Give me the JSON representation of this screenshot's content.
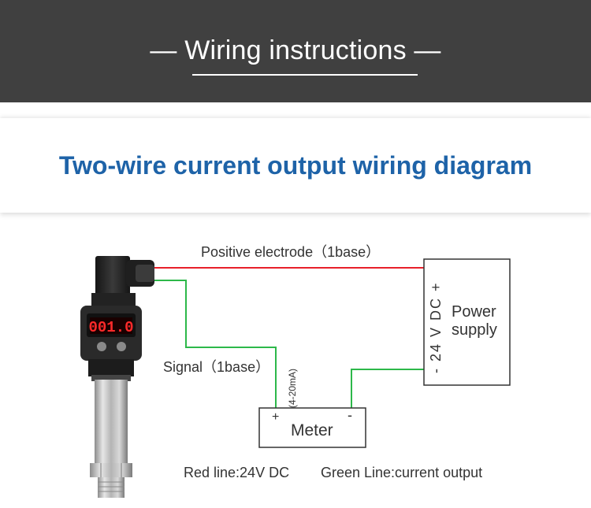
{
  "header": {
    "title": "— Wiring instructions —"
  },
  "subtitle": "Two-wire current output wiring diagram",
  "diagram": {
    "positive_label": "Positive electrode（1base）",
    "signal_label": "Signal（1base）",
    "current_range_label": "(4-20mA)",
    "meter_label": "Meter",
    "meter_plus": "+",
    "meter_minus": "-",
    "power_supply_label_1": "Power",
    "power_supply_label_2": "supply",
    "power_voltage_label": "- 24 V DC +",
    "display_reading": "001.0",
    "legend_red": "Red line:24V DC",
    "legend_green": "Green Line:current output"
  },
  "colors": {
    "header_bg": "#404040",
    "subtitle_text": "#1e63a8",
    "red_wire": "#e8202a",
    "green_wire": "#2db84a",
    "display_digits": "#ff2a2a"
  }
}
